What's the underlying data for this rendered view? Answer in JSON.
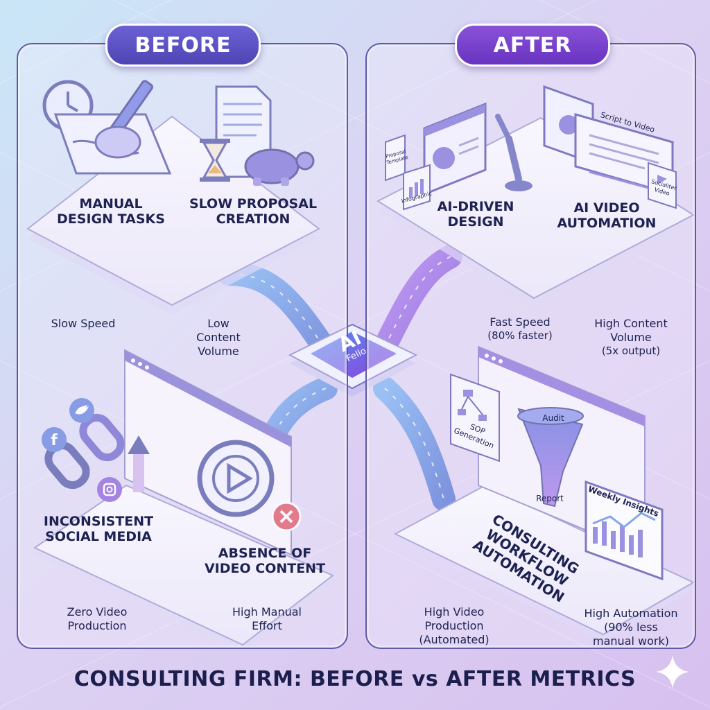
{
  "headers": {
    "before": "BEFORE",
    "after": "AFTER"
  },
  "before": {
    "tiles": [
      {
        "line1": "MANUAL",
        "line2": "DESIGN TASKS"
      },
      {
        "line1": "SLOW PROPOSAL",
        "line2": "CREATION"
      },
      {
        "line1": "INCONSISTENT",
        "line2": "SOCIAL MEDIA"
      },
      {
        "line1": "ABSENCE OF",
        "line2": "VIDEO CONTENT"
      }
    ],
    "metrics": [
      {
        "line1": "Slow Speed",
        "line2": ""
      },
      {
        "line1": "Low",
        "line2": "Content",
        "line3": "Volume"
      },
      {
        "line1": "Zero Video",
        "line2": "Production"
      },
      {
        "line1": "High Manual",
        "line2": "Effort"
      }
    ]
  },
  "after": {
    "tiles": [
      {
        "line1": "AI-DRIVEN",
        "line2": "DESIGN"
      },
      {
        "line1": "AI VIDEO",
        "line2": "AUTOMATION"
      },
      {
        "line1": "CONSULTING",
        "line2": "WORKFLOW",
        "line3": "AUTOMATION"
      }
    ],
    "metrics": [
      {
        "line1": "Fast Speed",
        "line2": "(80% faster)"
      },
      {
        "line1": "High Content",
        "line2": "Volume",
        "line3": "(5x output)"
      },
      {
        "line1": "High Video",
        "line2": "Production",
        "line3": "(Automated)"
      },
      {
        "line1": "High Automation",
        "line2": "(90% less",
        "line3": "manual work)"
      }
    ],
    "mini_labels": {
      "proposal_template": "Proposal Template",
      "infographic": "Infographic",
      "script_to_video": "Script to Video",
      "socialiter_video": "Socialiter Video",
      "sop_generation": "SOP Generation",
      "audit": "Audit",
      "report": "Report",
      "weekly_insights": "Weekly Insights"
    }
  },
  "hub": {
    "main": "AI",
    "sub": "Fello"
  },
  "footer": {
    "title": "CONSULTING FIRM: BEFORE vs AFTER METRICS"
  },
  "colors": {
    "before_accent": "#5a4fc4",
    "after_accent": "#7b3fd1",
    "stream_blue": "#4a7fe0",
    "stream_purple": "#8a4fe3",
    "alert_red": "#d93b4e"
  }
}
